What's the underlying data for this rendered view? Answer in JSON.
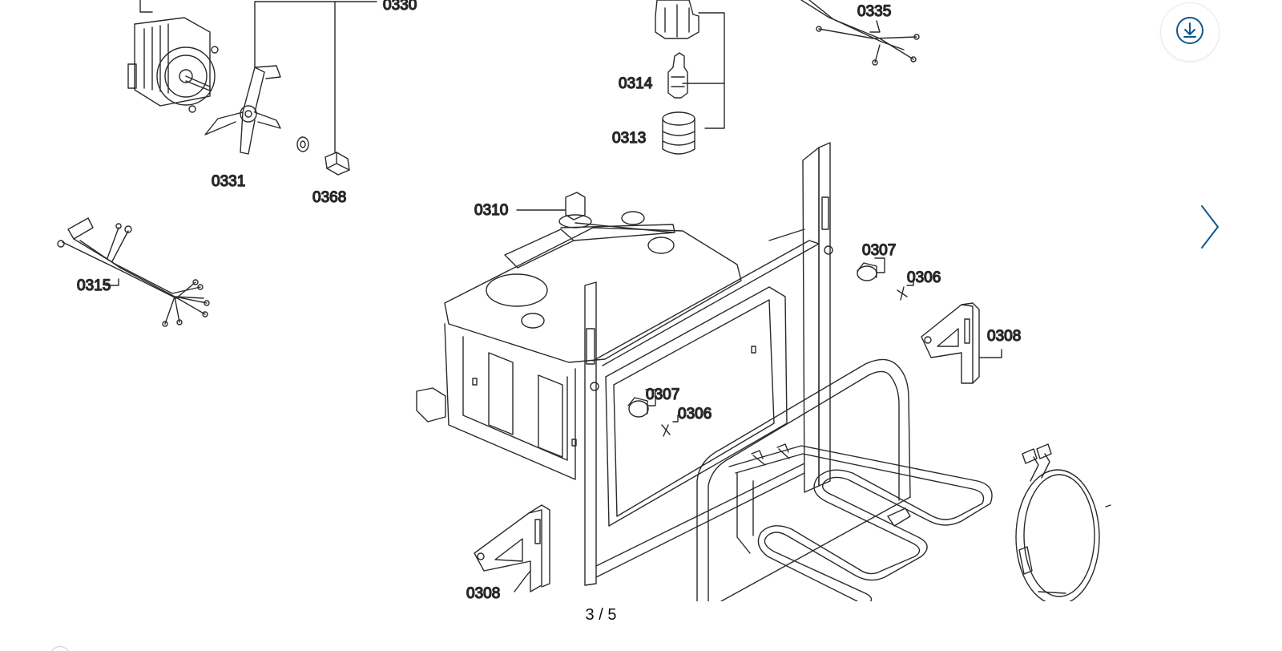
{
  "viewer": {
    "counter": "3 / 5",
    "download_icon": "download-icon",
    "next_icon": "chevron-right-icon",
    "accent_color": "#0b5a8a"
  },
  "diagram": {
    "labels": {
      "p0330": "0330",
      "p0335": "0335",
      "p0314": "0314",
      "p0313": "0313",
      "p0331": "0331",
      "p0368": "0368",
      "p0310": "0310",
      "p0315": "0315",
      "p0307a": "0307",
      "p0306a": "0306",
      "p0308a": "0308",
      "p0307b": "0307",
      "p0306b": "0306",
      "p0308b": "0308"
    }
  }
}
